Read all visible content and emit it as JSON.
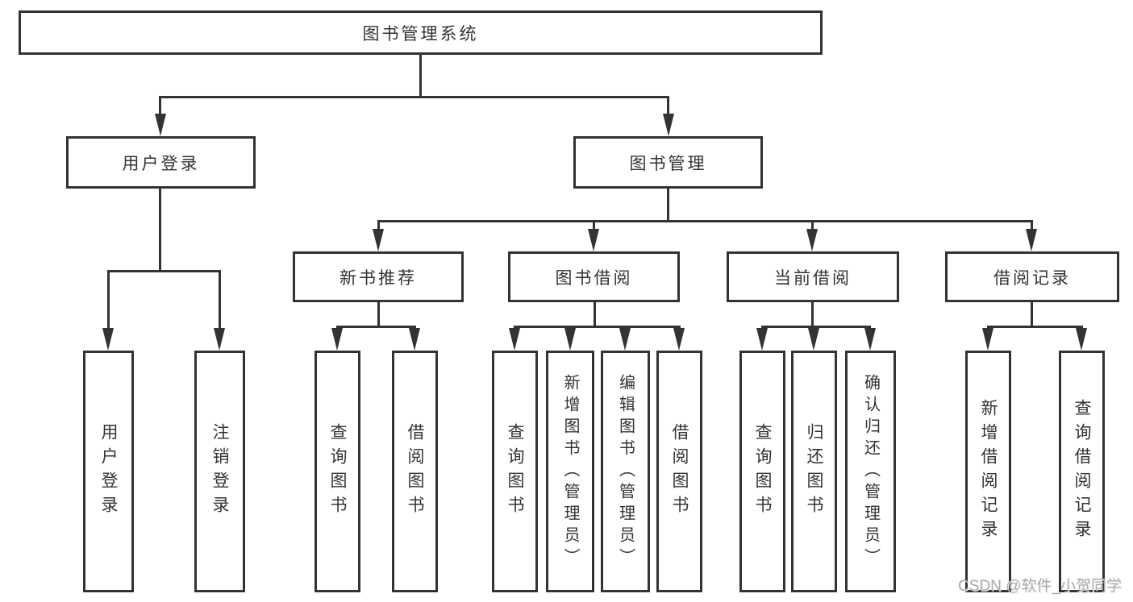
{
  "diagram": {
    "root": {
      "label": "图书管理系统"
    },
    "level2": [
      {
        "label": "用户登录"
      },
      {
        "label": "图书管理"
      }
    ],
    "level3": [
      {
        "label": "新书推荐"
      },
      {
        "label": "图书借阅"
      },
      {
        "label": "当前借阅"
      },
      {
        "label": "借阅记录"
      }
    ],
    "leaves": {
      "user_login": [
        {
          "label": "用户登录"
        },
        {
          "label": "注销登录"
        }
      ],
      "new_book": [
        {
          "label": "查询图书"
        },
        {
          "label": "借阅图书"
        }
      ],
      "book_borrow": [
        {
          "label": "查询图书"
        },
        {
          "label": "新增图书（管理员）"
        },
        {
          "label": "编辑图书（管理员）"
        },
        {
          "label": "借阅图书"
        }
      ],
      "current_borrow": [
        {
          "label": "查询图书"
        },
        {
          "label": "归还图书"
        },
        {
          "label": "确认归还（管理员）"
        }
      ],
      "borrow_record": [
        {
          "label": "新增借阅记录"
        },
        {
          "label": "查询借阅记录"
        }
      ]
    }
  },
  "watermark": {
    "label": "CSDN @软件_小贺同学"
  },
  "colors": {
    "line": "#333333",
    "text": "#333333",
    "watermark": "#ababab",
    "background": "#ffffff"
  }
}
